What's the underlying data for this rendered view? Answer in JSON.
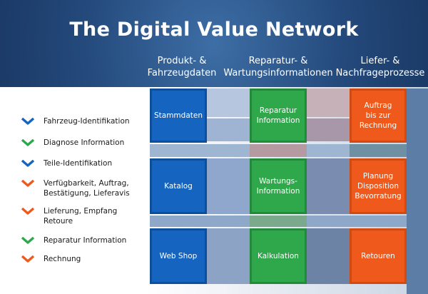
{
  "title": "The Digital Value Network",
  "columns": [
    {
      "line1": "Produkt- &",
      "line2": "Fahrzeugdaten"
    },
    {
      "line1": "Reparatur- &",
      "line2": "Wartungsinformationen"
    },
    {
      "line1": "Liefer- &",
      "line2": "Nachfrageprozesse"
    }
  ],
  "legend": [
    {
      "lines": [
        "Fahrzeug-Identifikation"
      ],
      "color": "#1565c0",
      "icon": "chevron-down-icon"
    },
    {
      "lines": [
        "Diagnose Information"
      ],
      "color": "#2ea84a",
      "icon": "chevron-down-icon"
    },
    {
      "lines": [
        "Teile-Identifikation"
      ],
      "color": "#1565c0",
      "icon": "chevron-down-icon"
    },
    {
      "lines": [
        "Verfügbarkeit, Auftrag,",
        "Bestätigung, Lieferavis"
      ],
      "color": "#ef5a1c",
      "icon": "chevron-down-icon"
    },
    {
      "lines": [
        "Lieferung, Empfang",
        "Retoure"
      ],
      "color": "#ef5a1c",
      "icon": "chevron-down-icon"
    },
    {
      "lines": [
        "Reparatur Information"
      ],
      "color": "#2ea84a",
      "icon": "chevron-down-icon"
    },
    {
      "lines": [
        "Rechnung"
      ],
      "color": "#ef5a1c",
      "icon": "chevron-down-icon"
    }
  ],
  "boxes": {
    "blue": [
      {
        "lines": [
          "Stammdaten"
        ]
      },
      {
        "lines": [
          "Katalog"
        ]
      },
      {
        "lines": [
          "Web Shop"
        ]
      }
    ],
    "green": [
      {
        "lines": [
          "Reparatur",
          "Information"
        ]
      },
      {
        "lines": [
          "Wartungs-",
          "Information"
        ]
      },
      {
        "lines": [
          "Kalkulation"
        ]
      }
    ],
    "orange": [
      {
        "lines": [
          "Auftrag",
          "bis zur",
          "Rechnung"
        ]
      },
      {
        "lines": [
          "Planung",
          "Disposition",
          "Bevorratung"
        ]
      },
      {
        "lines": [
          "Retouren"
        ]
      }
    ]
  },
  "colors": {
    "blue": "#1565c0",
    "green": "#2ea84a",
    "orange": "#ef5a1c",
    "background": "#23487a"
  }
}
